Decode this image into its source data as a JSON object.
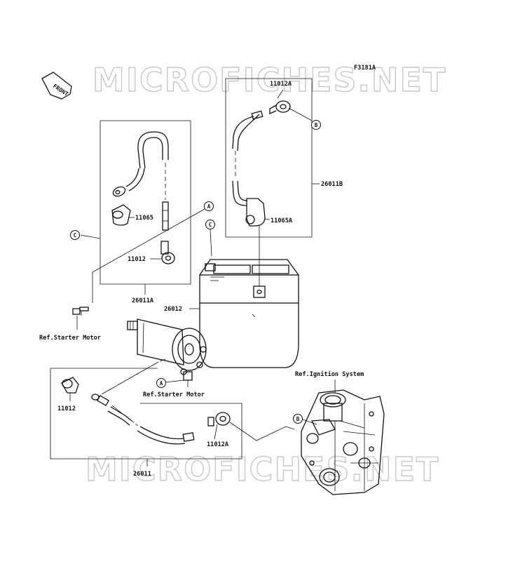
{
  "diagram": {
    "figure_code": "F3181A",
    "front_label": "FRONT",
    "watermark": "MICROFICHES.NET",
    "callouts": {
      "a": "A",
      "b": "B",
      "c": "C"
    },
    "parts": {
      "p11012a_top": "11012A",
      "p26011b": "26011B",
      "p11065a": "11065A",
      "p11065": "11065",
      "p11012": "11012",
      "p26011a": "26011A",
      "p26012": "26012",
      "ref_starter_left": "Ref.Starter Motor",
      "ref_starter_mid": "Ref.Starter Motor",
      "ref_ignition": "Ref.Ignition System",
      "p11012_low": "11012",
      "p11012a_low": "11012A",
      "p26011": "26011"
    }
  }
}
